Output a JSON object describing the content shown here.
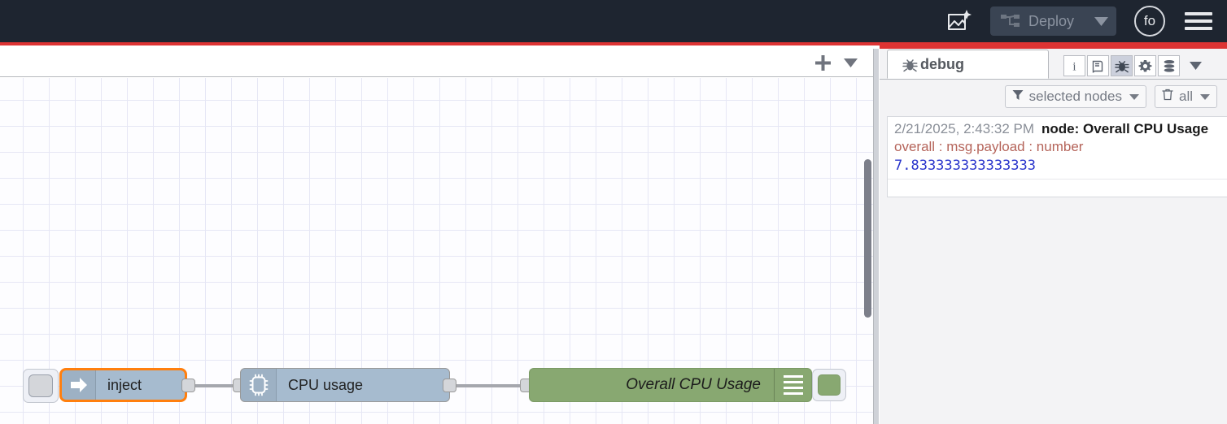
{
  "header": {
    "assistant_icon": "ai-flow-assistant-icon",
    "deploy": {
      "label": "Deploy",
      "icon": "deploy-flow-icon",
      "caret_icon": "chevron-down-icon",
      "disabled": true
    },
    "user": {
      "initials": "fo",
      "icon": "avatar"
    },
    "menu_icon": "hamburger-menu-icon",
    "background": "#1e2530",
    "accent": "#dd3333"
  },
  "workspace": {
    "tabbar": {
      "add_label": "+",
      "add_icon": "plus-icon",
      "menu_icon": "chevron-down-icon"
    },
    "nodes": [
      {
        "id": "inject",
        "label": "inject",
        "icon": "inject-arrow-icon",
        "color": "#a6bbcf",
        "selected": true,
        "selection_color": "#ff7f0e"
      },
      {
        "id": "cpu-usage",
        "label": "CPU usage",
        "icon": "cpu-chip-icon",
        "color": "#a6bbcf",
        "selected": false
      },
      {
        "id": "overall-cpu-usage",
        "label": "Overall CPU Usage",
        "icon": "debug-lines-icon",
        "color": "#88a871",
        "selected": false,
        "enabled": true
      }
    ]
  },
  "sidebar": {
    "active_tab": "debug",
    "tabs": [
      {
        "id": "debug",
        "label": "debug",
        "icon": "bug-icon",
        "active": true
      }
    ],
    "tool_icons": [
      {
        "name": "info-icon",
        "glyph": "i",
        "active": false
      },
      {
        "name": "help-book-icon",
        "glyph": "book",
        "active": false
      },
      {
        "name": "debug-bug-icon",
        "glyph": "bug",
        "active": true
      },
      {
        "name": "config-gear-icon",
        "glyph": "gear",
        "active": false
      },
      {
        "name": "context-data-icon",
        "glyph": "database",
        "active": false
      }
    ],
    "tools_more_icon": "chevron-down-icon",
    "debug_toolbar": {
      "filter": {
        "label": "selected nodes",
        "icon": "funnel-icon",
        "caret": "chevron-down-icon"
      },
      "clear": {
        "label": "all",
        "icon": "trash-icon",
        "caret": "chevron-down-icon"
      }
    },
    "messages": [
      {
        "timestamp": "2/21/2025, 2:43:32 PM",
        "node": "node: Overall CPU Usage",
        "topic": "overall : msg.payload : number",
        "value": "7.833333333333333"
      }
    ]
  }
}
